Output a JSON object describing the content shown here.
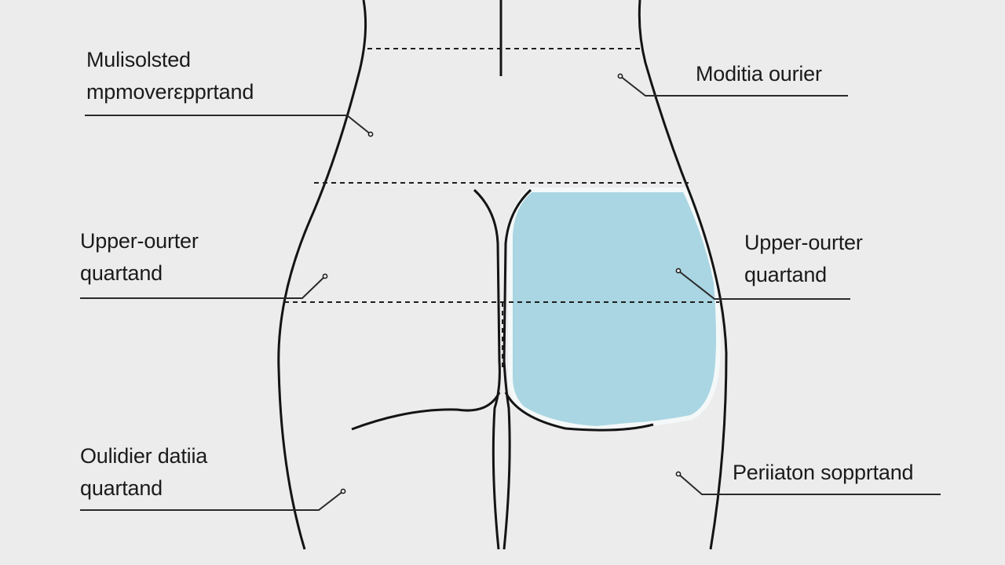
{
  "labels": {
    "top_left": {
      "line1": "Mulisolsted",
      "line2": "mpmoverεpprtand"
    },
    "top_right": {
      "line1": "Moditia ourier"
    },
    "mid_left": {
      "line1": "Upper-ourter",
      "line2": "quartand"
    },
    "mid_right": {
      "line1": "Upper-ourter",
      "line2": "quartand"
    },
    "low_left": {
      "line1": "Oulidier datiia",
      "line2": "quartand"
    },
    "low_right": {
      "line1": "Periiaton sopprtand"
    }
  },
  "colors": {
    "background": "#ececec",
    "outline": "#141414",
    "highlight": "#a9d6e2",
    "leader": "#2a2a2a"
  }
}
